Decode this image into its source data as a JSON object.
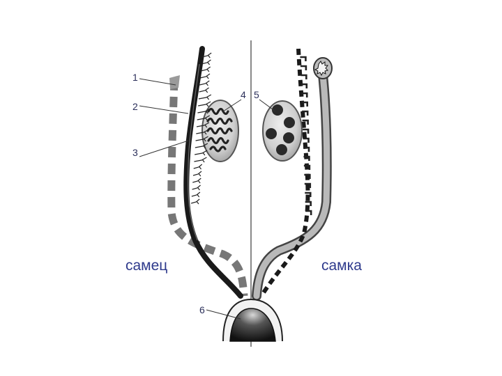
{
  "labels": {
    "l1": "1",
    "l2": "2",
    "l3": "3",
    "l4": "4",
    "l5": "5",
    "l6": "6"
  },
  "captions": {
    "male": "самец",
    "female": "самка"
  }
}
